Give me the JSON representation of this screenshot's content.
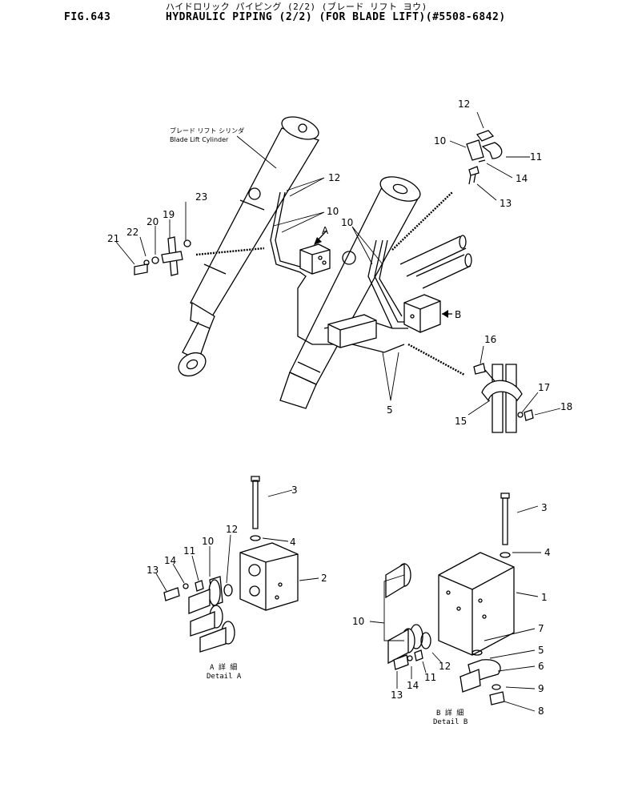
{
  "header": {
    "figure_number": "FIG.643",
    "title_japanese": "ハイドロリック パイピング (2/2) (ブレード リフト ヨウ)",
    "title": "HYDRAULIC PIPING (2/2) (FOR BLADE LIFT)(#5508-6842)"
  },
  "labels": {
    "cylinder_jp": "ブレード リフト シリンダ",
    "cylinder_en": "Blade Lift Cylinder",
    "detail_a_jp": "A 詳 細",
    "detail_a": "Detail A",
    "detail_b_jp": "B 詳 細",
    "detail_b": "Detail B",
    "arrow_a": "A",
    "arrow_b": "B"
  },
  "callouts": {
    "c12_top": "12",
    "c10_top": "10",
    "c11_top": "11",
    "c14_top": "14",
    "c13_top": "13",
    "c12_mid": "12",
    "c10_mid_a": "10",
    "c10_mid_b": "10",
    "c23": "23",
    "c19": "19",
    "c20": "20",
    "c22": "22",
    "c21": "21",
    "c16": "16",
    "c17": "17",
    "c18": "18",
    "c15": "15",
    "c5_main": "5",
    "a3": "3",
    "a4": "4",
    "a12": "12",
    "a10": "10",
    "a11": "11",
    "a14": "14",
    "a13": "13",
    "a2": "2",
    "b3": "3",
    "b4": "4",
    "b1": "1",
    "b10": "10",
    "b7": "7",
    "b5": "5",
    "b6": "6",
    "b9": "9",
    "b8": "8",
    "b12": "12",
    "b11": "11",
    "b14": "14",
    "b13": "13"
  }
}
